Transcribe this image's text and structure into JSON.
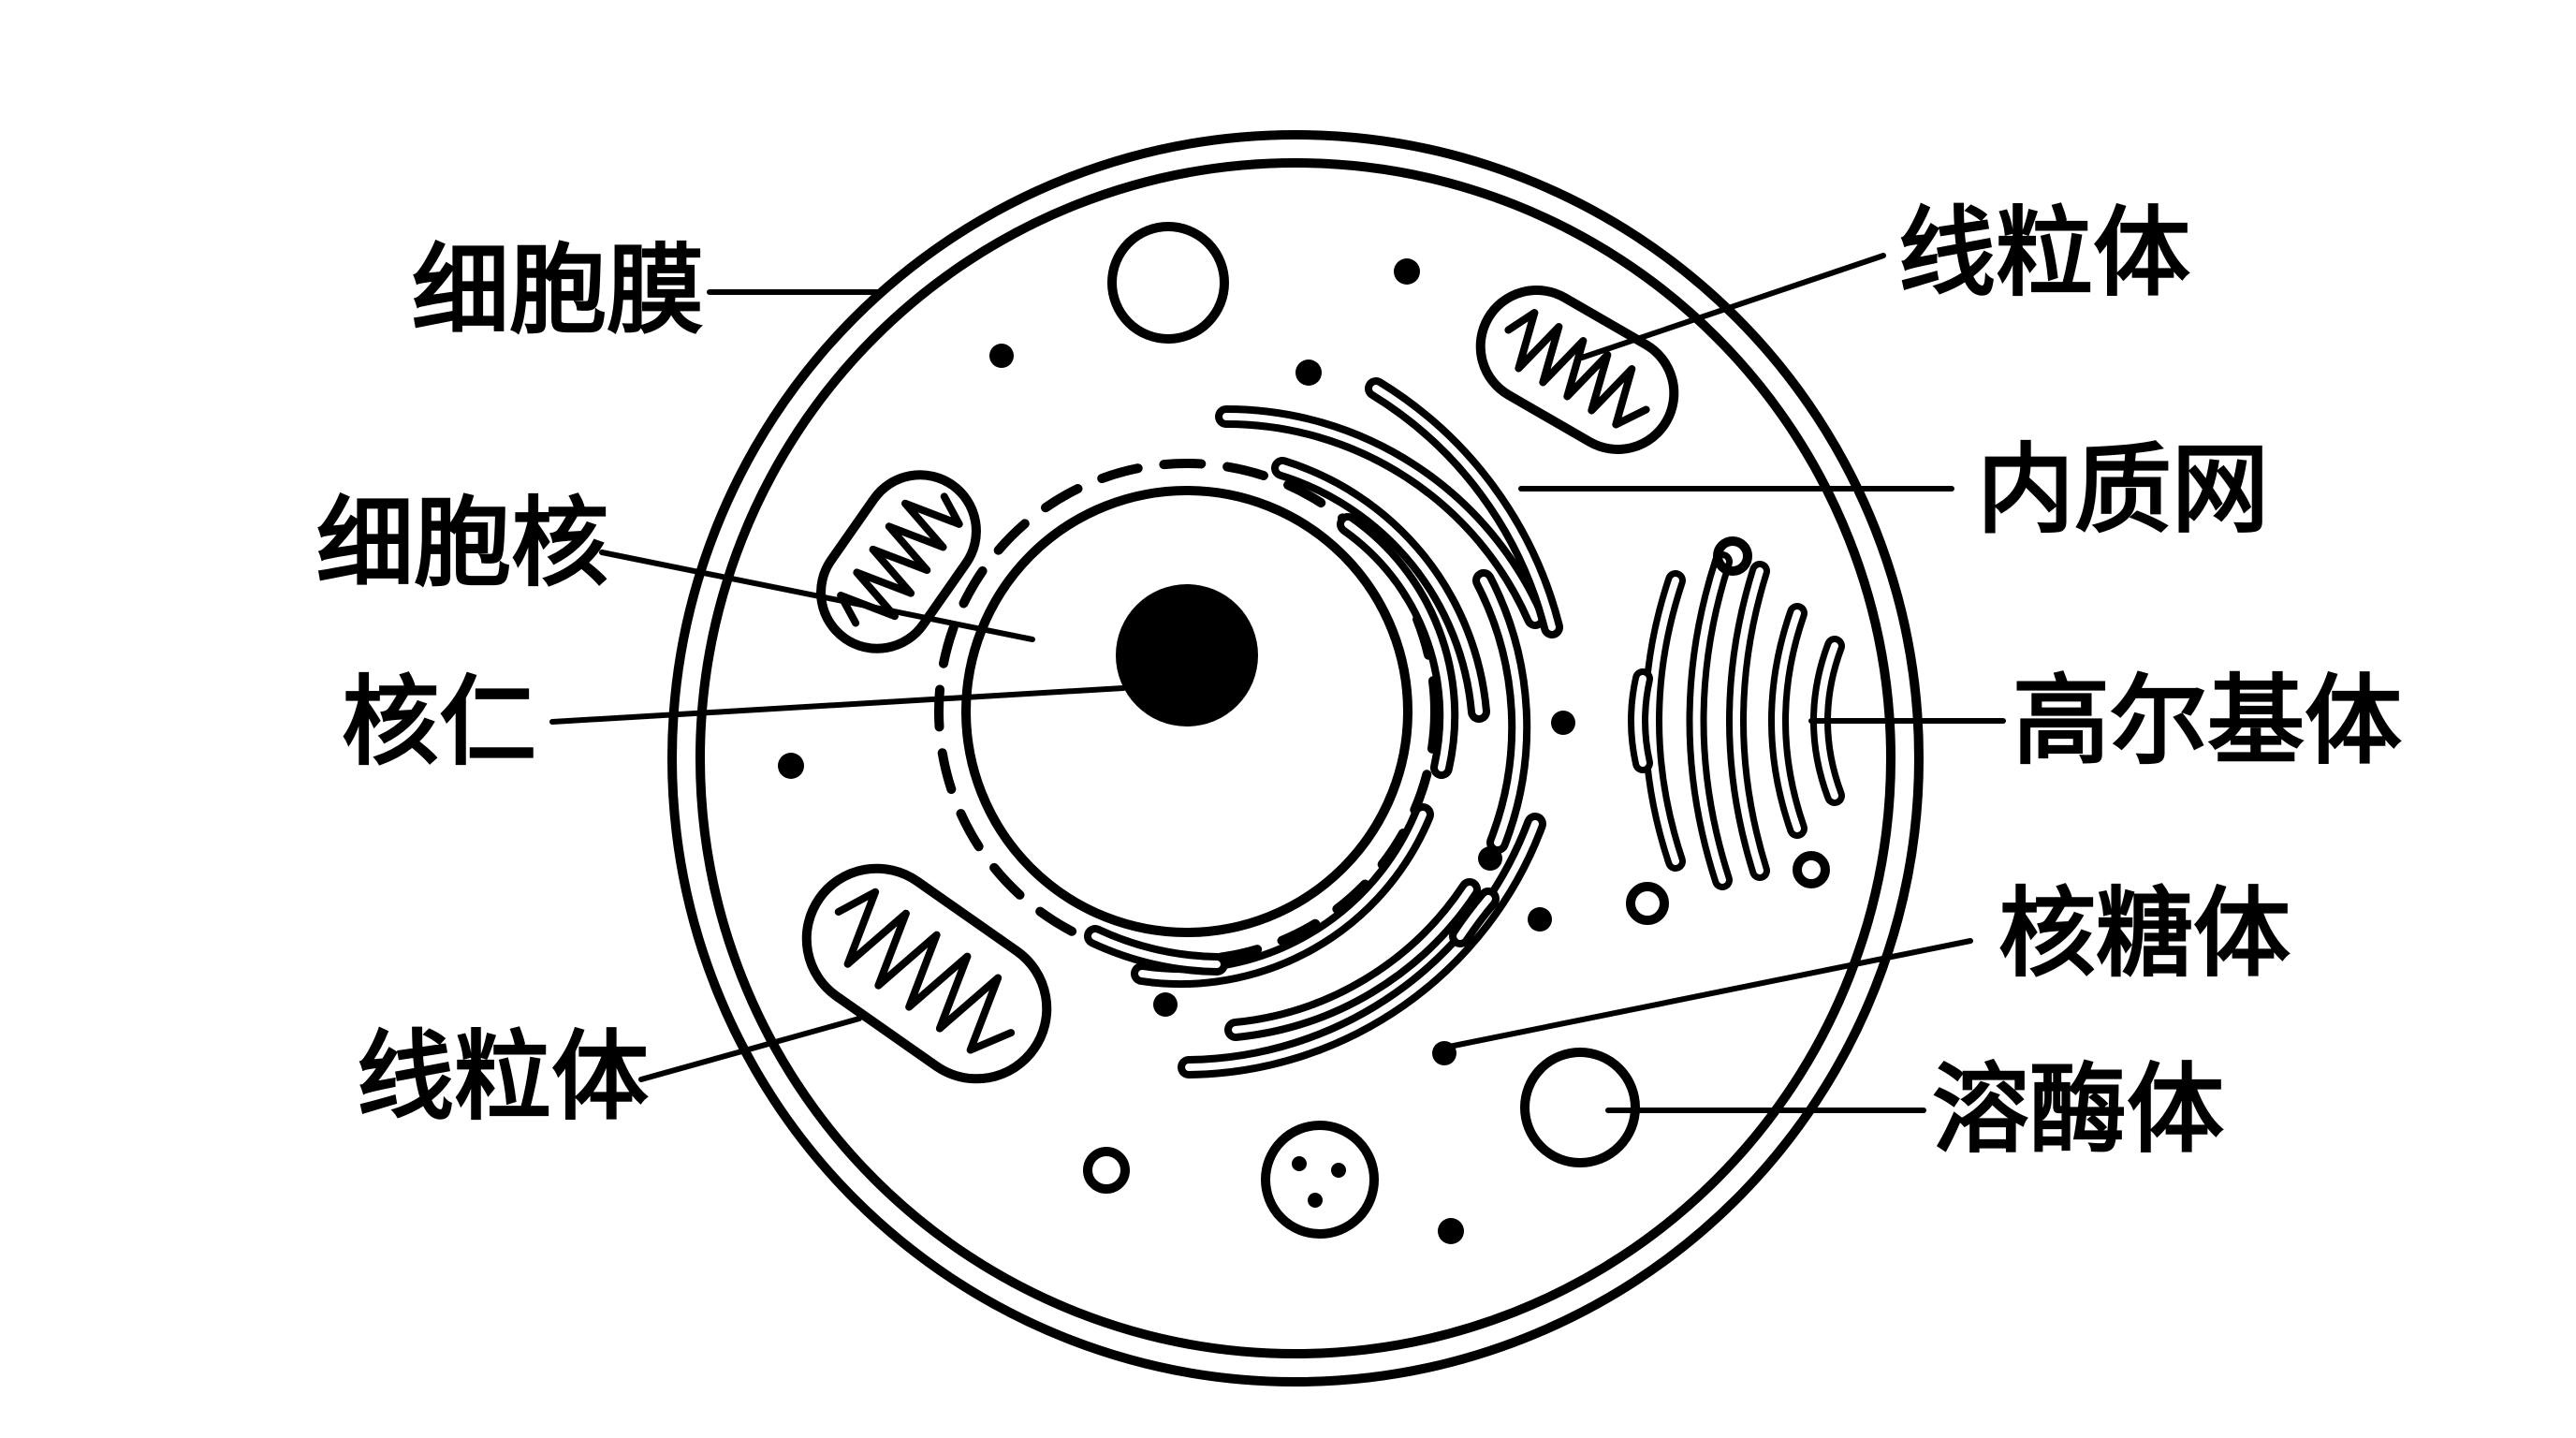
{
  "labels": {
    "cell_membrane": "细胞膜",
    "nucleus": "细胞核",
    "nucleolus": "核仁",
    "mitochondrion_left": "线粒体",
    "mitochondrion_right": "线粒体",
    "endoplasmic_reticulum": "内质网",
    "golgi": "高尔基体",
    "ribosome": "核糖体",
    "lysosome": "溶酶体"
  },
  "colors": {
    "stroke": "#000000",
    "background": "#ffffff"
  }
}
